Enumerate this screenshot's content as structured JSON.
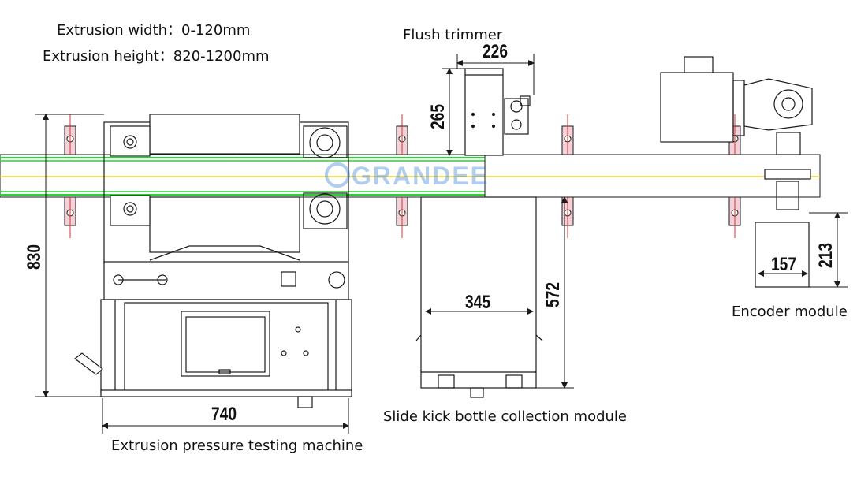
{
  "specs": {
    "width_line": "Extrusion width：0-120mm",
    "height_line": "Extrusion height：820-1200mm"
  },
  "modules": {
    "flush_trimmer": "Flush trimmer",
    "encoder_module": "Encoder module",
    "slide_kick": "Slide kick bottle collection module",
    "pressure_machine": "Extrusion pressure testing machine"
  },
  "dimensions": {
    "trimmer_width": "226",
    "trimmer_height": "265",
    "machine_height": "830",
    "machine_width": "740",
    "collection_width": "345",
    "collection_height": "572",
    "encoder_width": "157",
    "encoder_height": "213"
  },
  "watermark": "GRANDEE",
  "colors": {
    "line": "#1a1a1a",
    "conveyor_green": "#22d62a",
    "conveyor_yellow": "#f0c800",
    "guide_red": "#d93030",
    "guide_fill": "#f2d2d8"
  }
}
